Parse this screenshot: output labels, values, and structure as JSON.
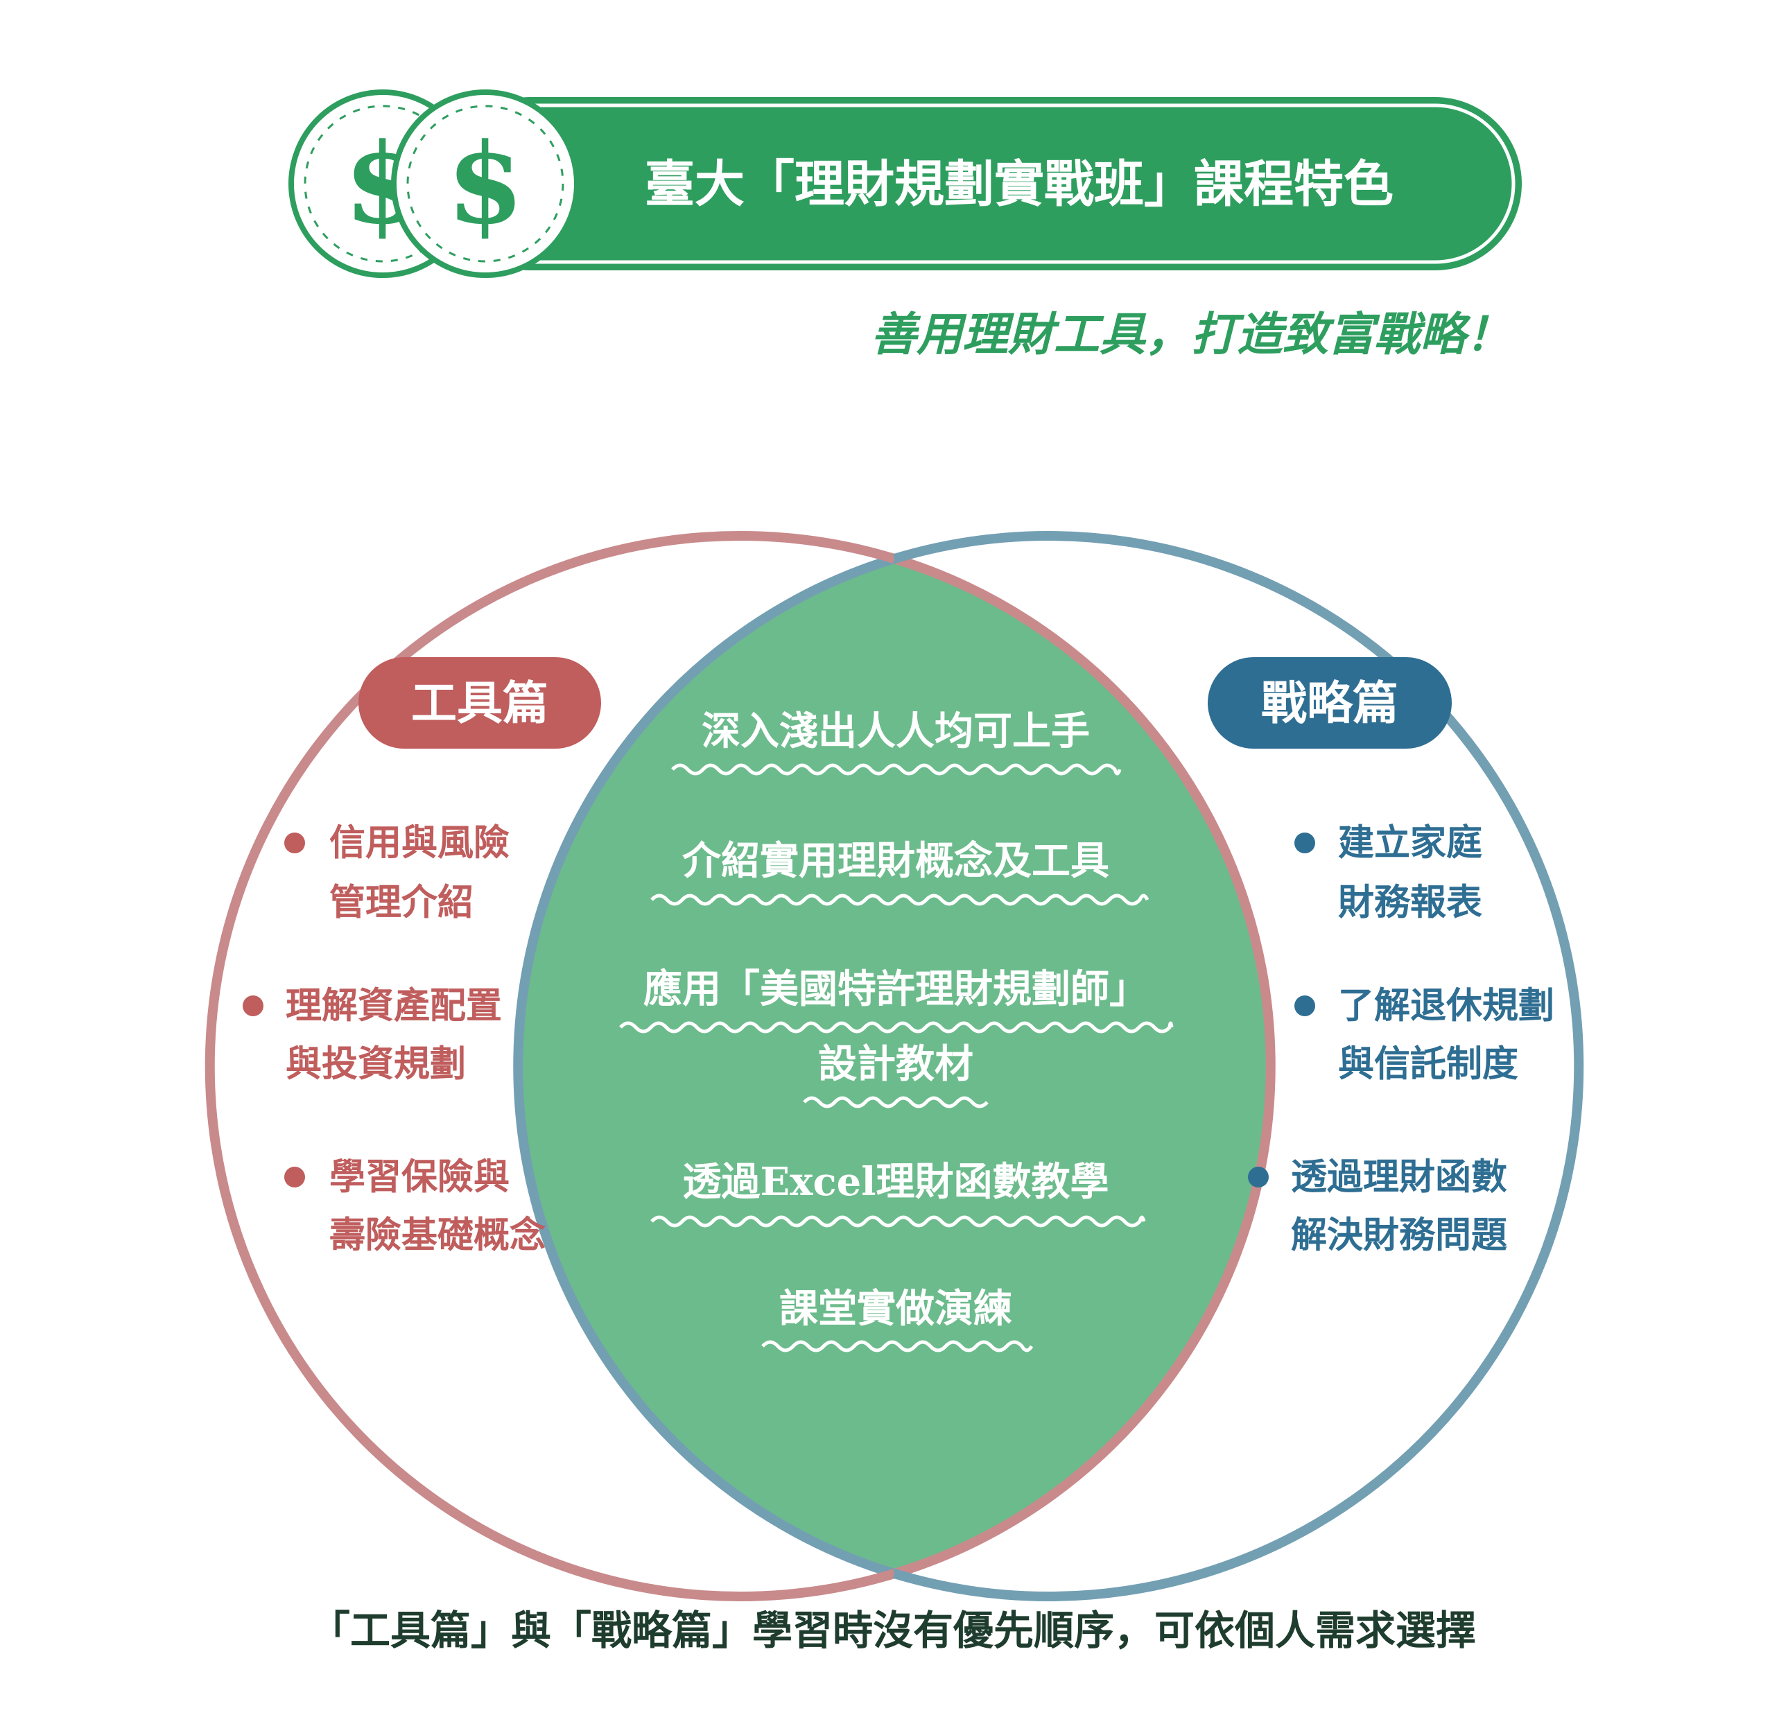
{
  "header": {
    "title": "臺大「理財規劃實戰班」課程特色",
    "coin_symbol": "$",
    "subtitle": "善用理財工具，打造致富戰略！"
  },
  "colors": {
    "green_dark": "#2e9e5f",
    "green_fill": "#6cbb8c",
    "red": "#c05d5d",
    "red_ring": "#c98a8c",
    "blue": "#2f6e93",
    "blue_ring": "#739fb3",
    "footer_text": "#1f3d2e"
  },
  "venn": {
    "left": {
      "title": "工具篇",
      "items": [
        {
          "lines": [
            "信用與風險",
            "管理介紹"
          ]
        },
        {
          "lines": [
            "理解資產配置",
            "與投資規劃"
          ]
        },
        {
          "lines": [
            "學習保險與",
            "壽險基礎概念"
          ]
        }
      ]
    },
    "right": {
      "title": "戰略篇",
      "items": [
        {
          "lines": [
            "建立家庭",
            "財務報表"
          ]
        },
        {
          "lines": [
            "了解退休規劃",
            "與信託制度"
          ]
        },
        {
          "lines": [
            "透過理財函數",
            "解決財務問題"
          ]
        }
      ]
    },
    "center": {
      "items": [
        {
          "lines": [
            "深入淺出人人均可上手"
          ]
        },
        {
          "lines": [
            "介紹實用理財概念及工具"
          ]
        },
        {
          "lines": [
            "應用「美國特許理財規劃師」",
            "設計教材"
          ]
        },
        {
          "lines": [
            "透過Excel理財函數教學"
          ]
        },
        {
          "lines": [
            "課堂實做演練"
          ]
        }
      ]
    }
  },
  "footer": {
    "text": "「工具篇」與「戰略篇」學習時沒有優先順序，可依個人需求選擇"
  }
}
